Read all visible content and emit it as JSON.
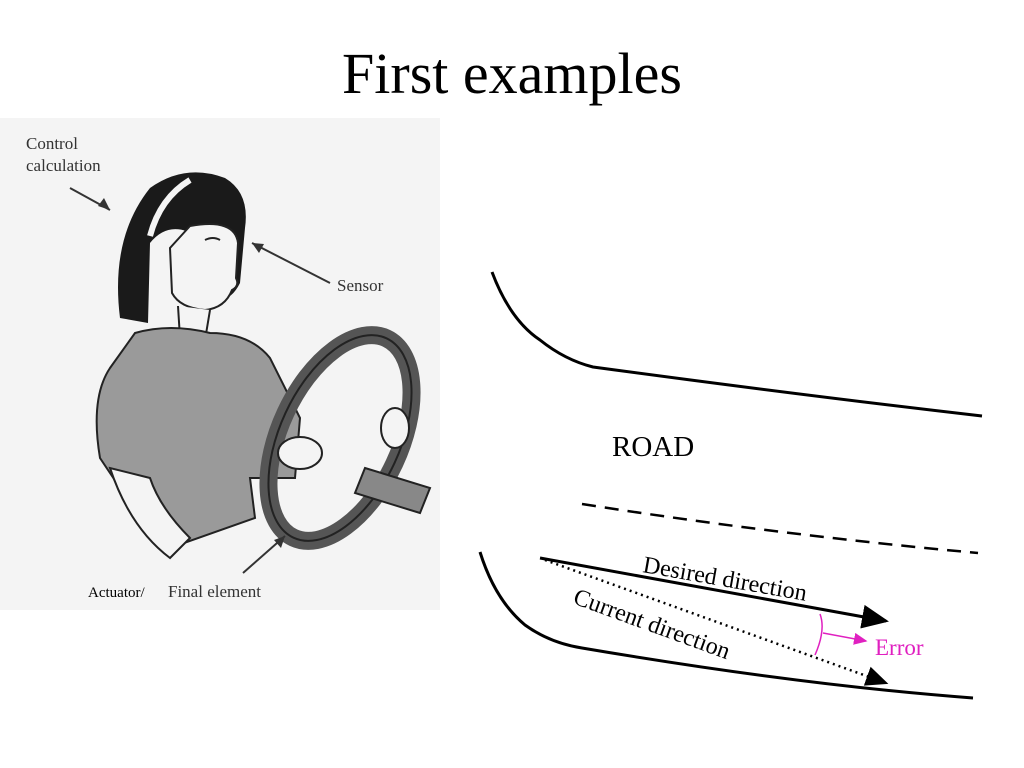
{
  "slide": {
    "title": "First examples"
  },
  "illustration": {
    "control_label_line1": "Control",
    "control_label_line2": "calculation",
    "sensor_label": "Sensor",
    "actuator_label": "Actuator/",
    "final_element_label": "Final element"
  },
  "road_diagram": {
    "road_label": "ROAD",
    "desired_label": "Desired direction",
    "current_label": "Current direction",
    "error_label": "Error",
    "error_color": "#e020c0"
  }
}
